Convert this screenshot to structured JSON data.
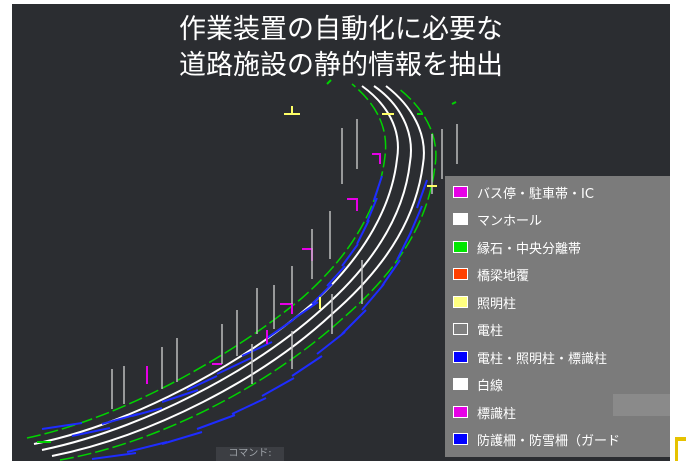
{
  "title": {
    "line1": "作業装置の自動化に必要な",
    "line2": "道路施設の静的情報を抽出"
  },
  "legend": {
    "items": [
      {
        "label": "バス停・駐車帯・IC",
        "color": "#e600e6"
      },
      {
        "label": "マンホール",
        "color": "#ffffff"
      },
      {
        "label": "縁石・中央分離帯",
        "color": "#00e600"
      },
      {
        "label": "橋梁地覆",
        "color": "#ff4000"
      },
      {
        "label": "照明柱",
        "color": "#ffff80"
      },
      {
        "label": "電柱",
        "color": "#7f7f7f"
      },
      {
        "label": "電柱・照明柱・標識柱",
        "color": "#0000ff"
      },
      {
        "label": "白線",
        "color": "#ffffff"
      },
      {
        "label": "標識柱",
        "color": "#e600e6"
      },
      {
        "label": "防護柵・防雪柵（ガード",
        "color": "#0000ff"
      }
    ]
  },
  "command_label": "コマンド:"
}
